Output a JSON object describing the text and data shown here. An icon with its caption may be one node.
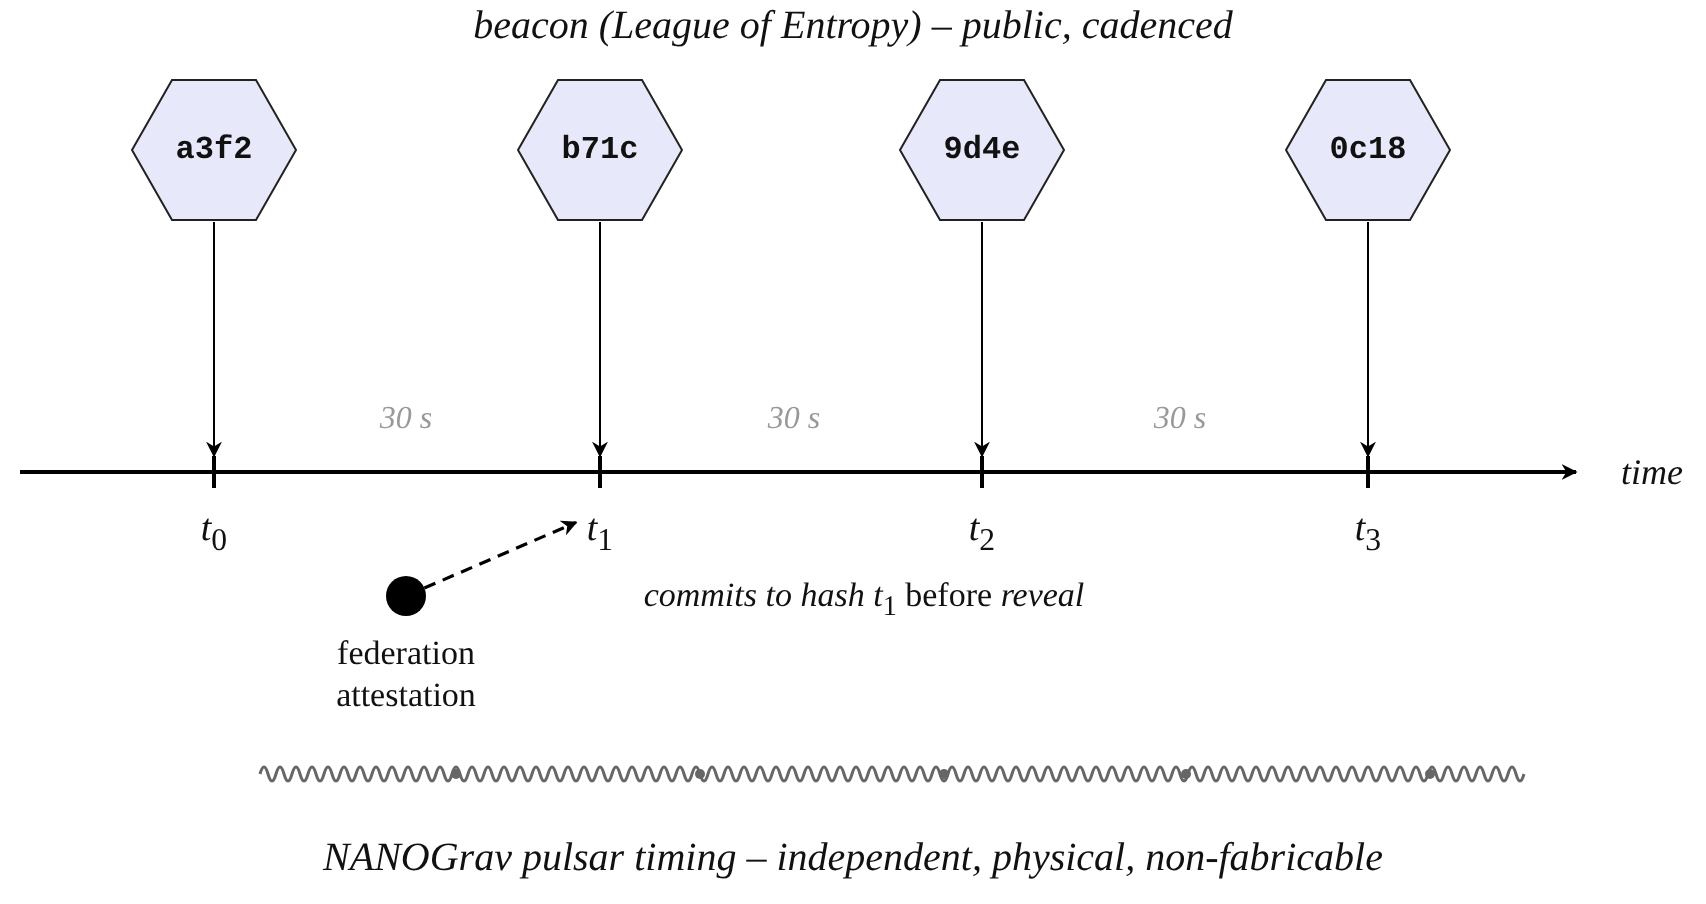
{
  "diagram": {
    "title": "beacon (League of Entropy) – public, cadenced",
    "caption": "NANOGrav pulsar timing – independent, physical, non-fabricable",
    "nodes": [
      {
        "text": [
          "a3f2"
        ]
      },
      {
        "text": [
          "b71c"
        ]
      },
      {
        "text": [
          "9d4e"
        ]
      },
      {
        "text": [
          "0c18"
        ]
      },
      {
        "text": [
          "*t*$_{0}$"
        ]
      },
      {
        "text": [
          "*t*$_{1}$"
        ]
      },
      {
        "text": [
          "*t*$_{2}$"
        ]
      },
      {
        "text": [
          "*t*$_{3}$"
        ]
      },
      {
        "text": [],
        "shape": "circle",
        "beside": [
          "federation attestation"
        ]
      }
    ],
    "edges": [
      {
        "from": 0,
        "to": 4,
        "arrow": "to"
      },
      {
        "from": 1,
        "to": 5,
        "arrow": "to"
      },
      {
        "from": 2,
        "to": 6,
        "arrow": "to"
      },
      {
        "from": 3,
        "to": 7,
        "arrow": "to"
      },
      {
        "from": 8,
        "to": 5,
        "arrow": "to",
        "style": "dashed"
      }
    ],
    "labels": [
      "30 s",
      "30 s",
      "30 s",
      "*time*",
      "*commits to hash t*$_{1}$ before *reveal*"
    ]
  }
}
